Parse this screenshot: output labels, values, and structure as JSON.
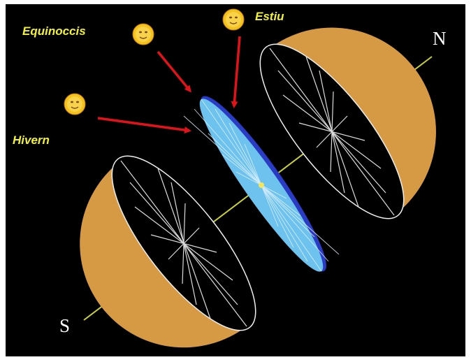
{
  "labels": {
    "equinox": "Equinoccis",
    "summer": "Estiu",
    "winter": "Hivern",
    "north": "N",
    "south": "S"
  },
  "icons": [
    "sun-icon",
    "sun-icon",
    "sun-icon"
  ],
  "colors": {
    "background": "#000000",
    "hemisphere": "#d79a44",
    "axis": "#c8d236",
    "equatorial_disc": "#6ec2ee",
    "disc_rim": "#2a3bc4",
    "arrow": "#e0131a",
    "season_label": "#f2f233",
    "pole_label": "#ffffff",
    "sun": "#f4c21c"
  }
}
